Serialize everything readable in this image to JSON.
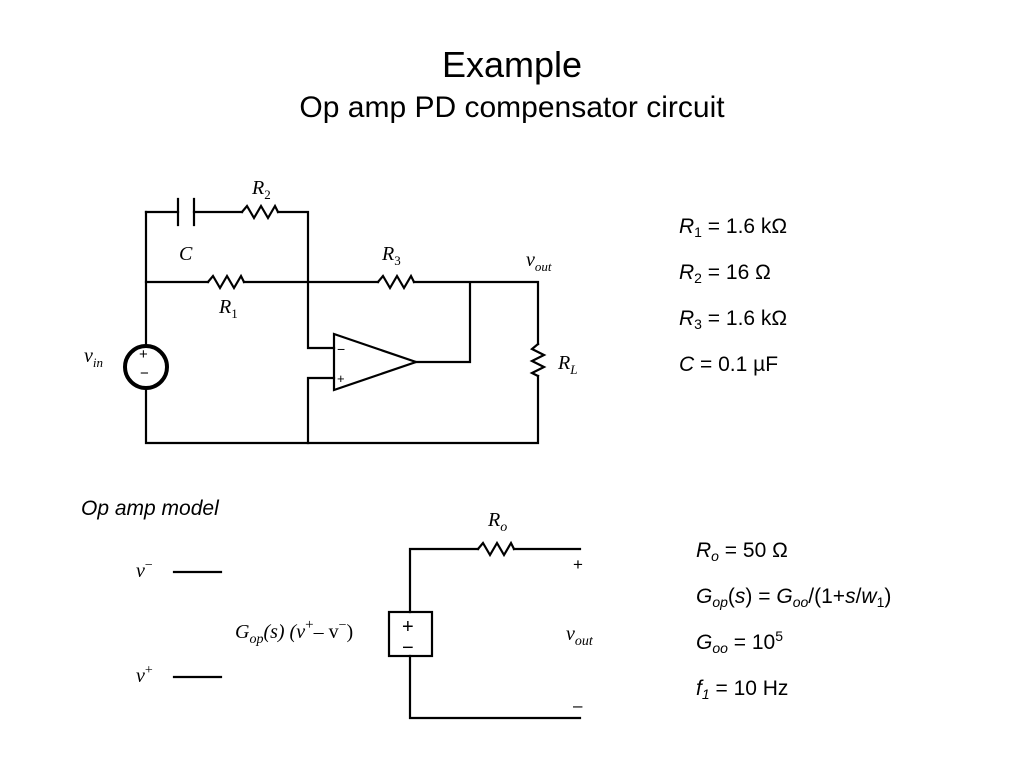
{
  "slide": {
    "title": "Example",
    "subtitle": "Op amp PD compensator circuit"
  },
  "circuit": {
    "labels": {
      "C": "C",
      "R2": "R",
      "R2_sub": "2",
      "R1": "R",
      "R1_sub": "1",
      "R3": "R",
      "R3_sub": "3",
      "RL": "R",
      "RL_sub": "L",
      "vout": "v",
      "vout_sub": "out",
      "vin": "v",
      "vin_sub": "in",
      "plus": "+",
      "minus": "−"
    },
    "parameters": [
      {
        "sym": "R",
        "sub": "1",
        "rest": " = 1.6 kΩ"
      },
      {
        "sym": "R",
        "sub": "2",
        "rest": " = 16 Ω"
      },
      {
        "sym": "R",
        "sub": "3",
        "rest": " = 1.6 kΩ"
      },
      {
        "sym": "C",
        "sub": "",
        "rest": " = 0.1 µF"
      }
    ]
  },
  "model": {
    "label": "Op amp model",
    "labels": {
      "vminus": "v",
      "vminus_sup": "−",
      "vplus": "v",
      "vplus_sup": "+",
      "Ro": "R",
      "Ro_sub": "o",
      "gain_G": "G",
      "gain_sub": "op",
      "gain_rest_1": "(s) (v",
      "gain_sup_plus": "+",
      "gain_rest_2": "– v",
      "gain_sup_minus": "−",
      "gain_rest_3": ")",
      "vout": "v",
      "vout_sub": "out",
      "plus": "+",
      "minus": "–",
      "src_plus": "+",
      "src_minus": "−"
    },
    "parameters": {
      "ro": {
        "sym": "R",
        "sub": "o",
        "rest": " = 50 Ω"
      },
      "gop": {
        "a": "G",
        "a_sub": "op",
        "b": "(",
        "c": "s",
        "d": ") = ",
        "e": "G",
        "e_sub": "oo",
        "f": "/(1+",
        "g": "s",
        "h": "/",
        "i": "w",
        "i_sub": "1",
        "j": ")"
      },
      "goo": {
        "sym": "G",
        "sub": "oo",
        "rest": " = 10",
        "sup": "5"
      },
      "f1": {
        "sym": "f",
        "sub": "1",
        "rest": " = 10 Hz"
      }
    }
  }
}
